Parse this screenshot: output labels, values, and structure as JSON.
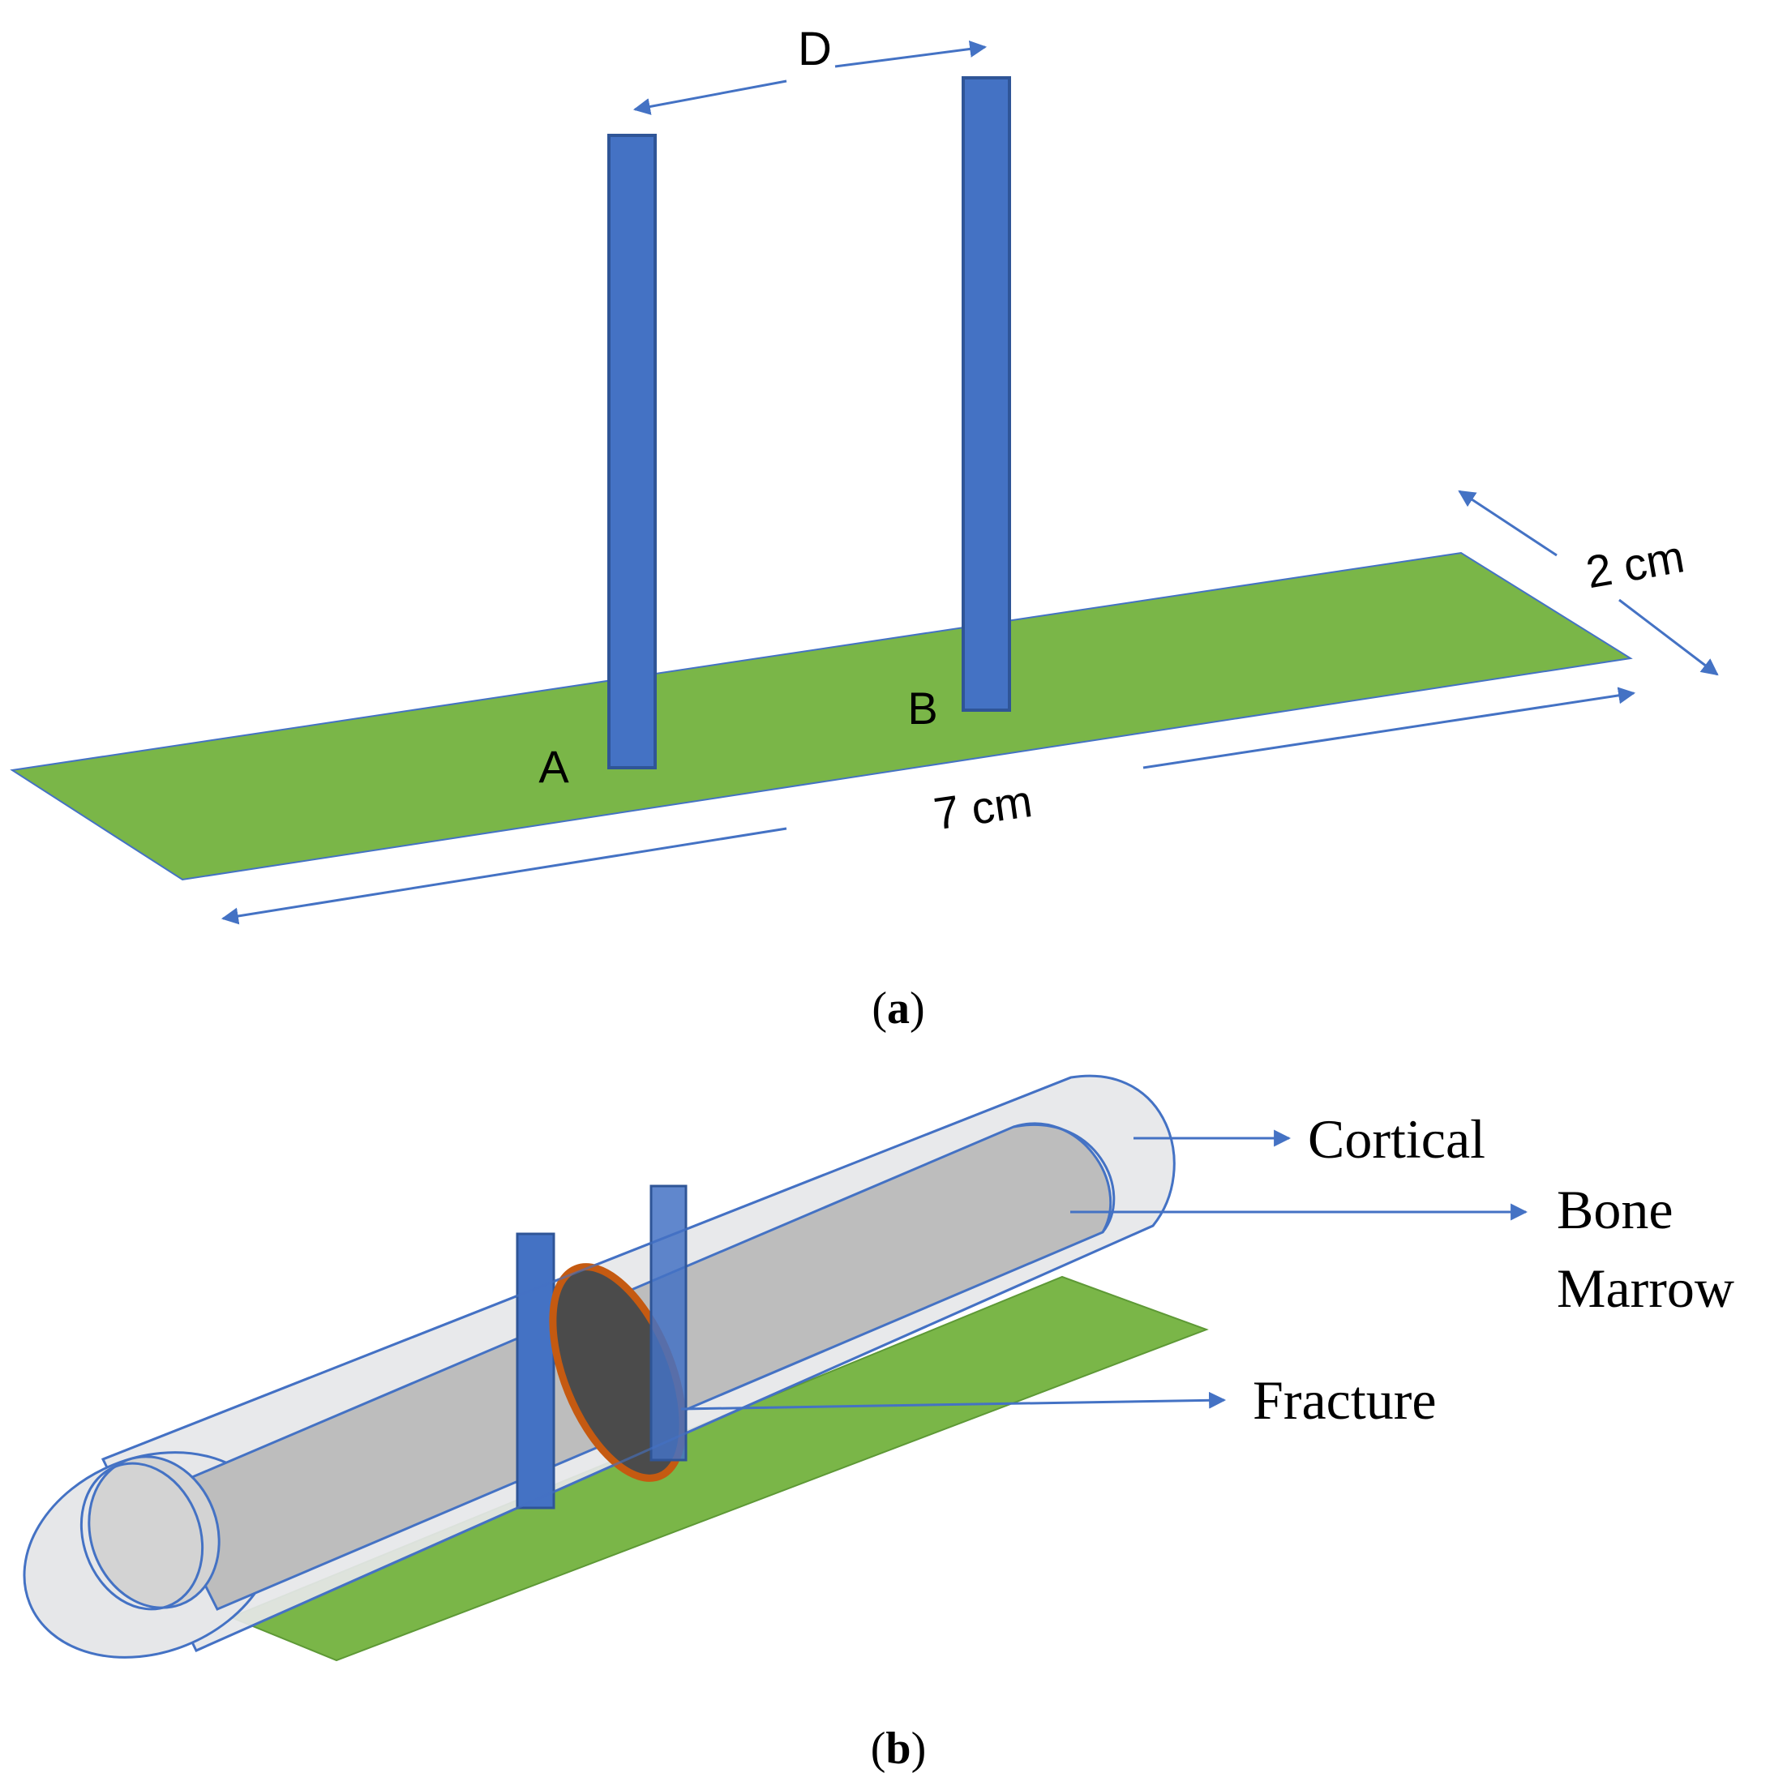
{
  "panel_a": {
    "caption_open": "(",
    "caption_letter": "a",
    "caption_close": ")",
    "label_d": "D",
    "label_a": "A",
    "label_b": "B",
    "label_width": "2 cm",
    "label_length": "7 cm"
  },
  "panel_b": {
    "caption_open": "(",
    "caption_letter": "b",
    "caption_close": ")",
    "label_cortical": "Cortical",
    "label_bone": "Bone",
    "label_marrow": "Marrow",
    "label_fracture": "Fracture"
  },
  "colors": {
    "pin": "#4472C4",
    "arrow": "#4472C4",
    "plate": "#7AB648",
    "cortical": "#E6E7E9",
    "marrow": "#BDBDBD",
    "fracture_fill": "#4B4B4B",
    "fracture_ring": "#C55A11"
  }
}
